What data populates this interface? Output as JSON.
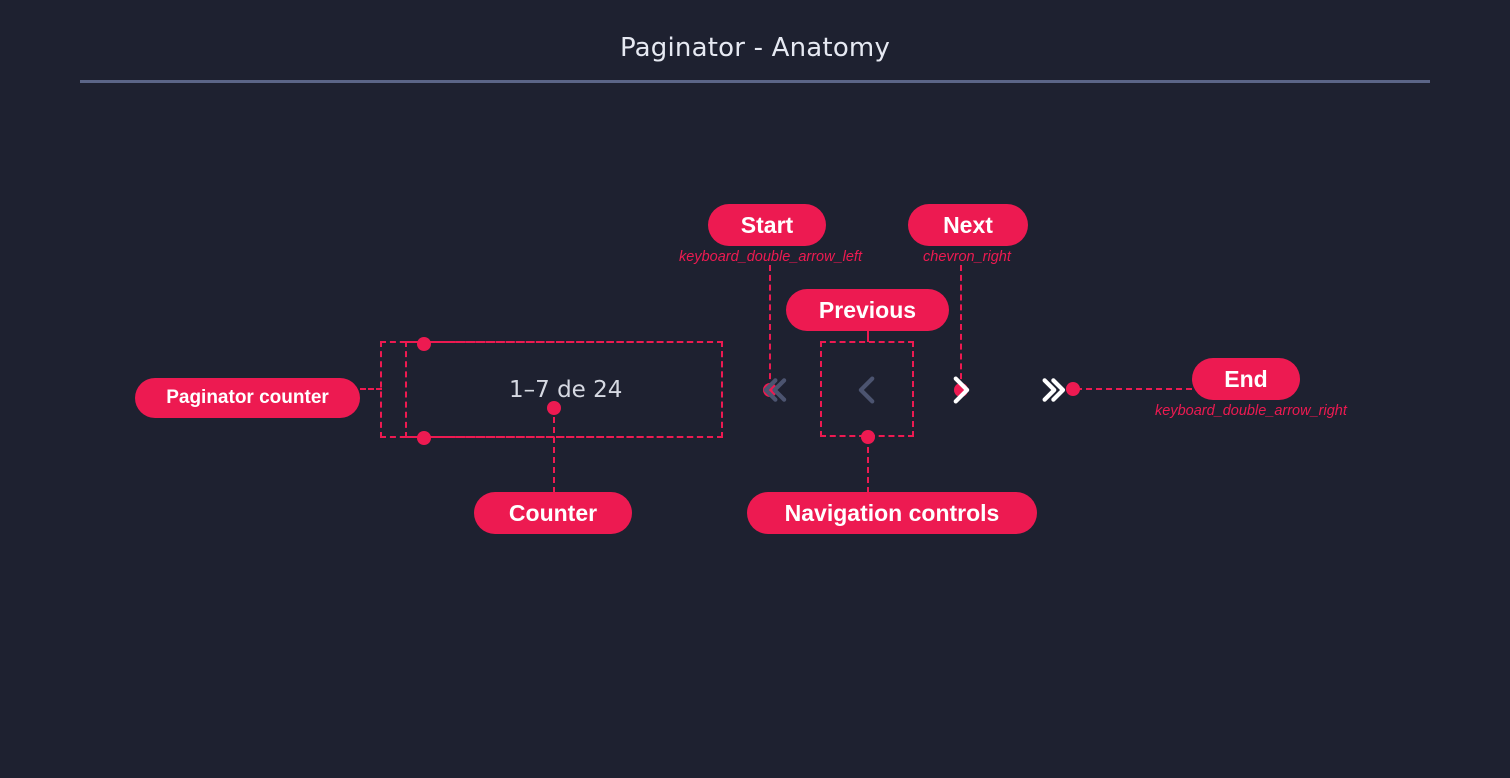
{
  "page": {
    "title": "Paginator - Anatomy",
    "background_color": "#1e2130",
    "accent_color": "#ed1a51",
    "rule_color": "#5b6587",
    "title_color": "#e6e9f2"
  },
  "paginator": {
    "counter_label": "1–7 de 24",
    "range_start": 1,
    "range_end": 7,
    "total": 24,
    "controls": [
      {
        "name": "first-page",
        "glyph": "keyboard_double_arrow_left",
        "state": "disabled",
        "color": "#4d melhor"
      },
      {
        "name": "previous-page",
        "glyph": "chevron_left",
        "state": "disabled"
      },
      {
        "name": "next-page",
        "glyph": "chevron_right",
        "state": "enabled"
      },
      {
        "name": "last-page",
        "glyph": "keyboard_double_arrow_right",
        "state": "enabled"
      }
    ]
  },
  "annotations": {
    "start": {
      "label": "Start",
      "caption": "keyboard_double_arrow_left"
    },
    "next": {
      "label": "Next",
      "caption": "chevron_right"
    },
    "previous": {
      "label": "Previous",
      "caption": ""
    },
    "end": {
      "label": "End",
      "caption": "keyboard_double_arrow_right"
    },
    "paginator_counter": {
      "label": "Paginator counter"
    },
    "counter": {
      "label": "Counter"
    },
    "navigation_controls": {
      "label": "Navigation controls"
    }
  }
}
